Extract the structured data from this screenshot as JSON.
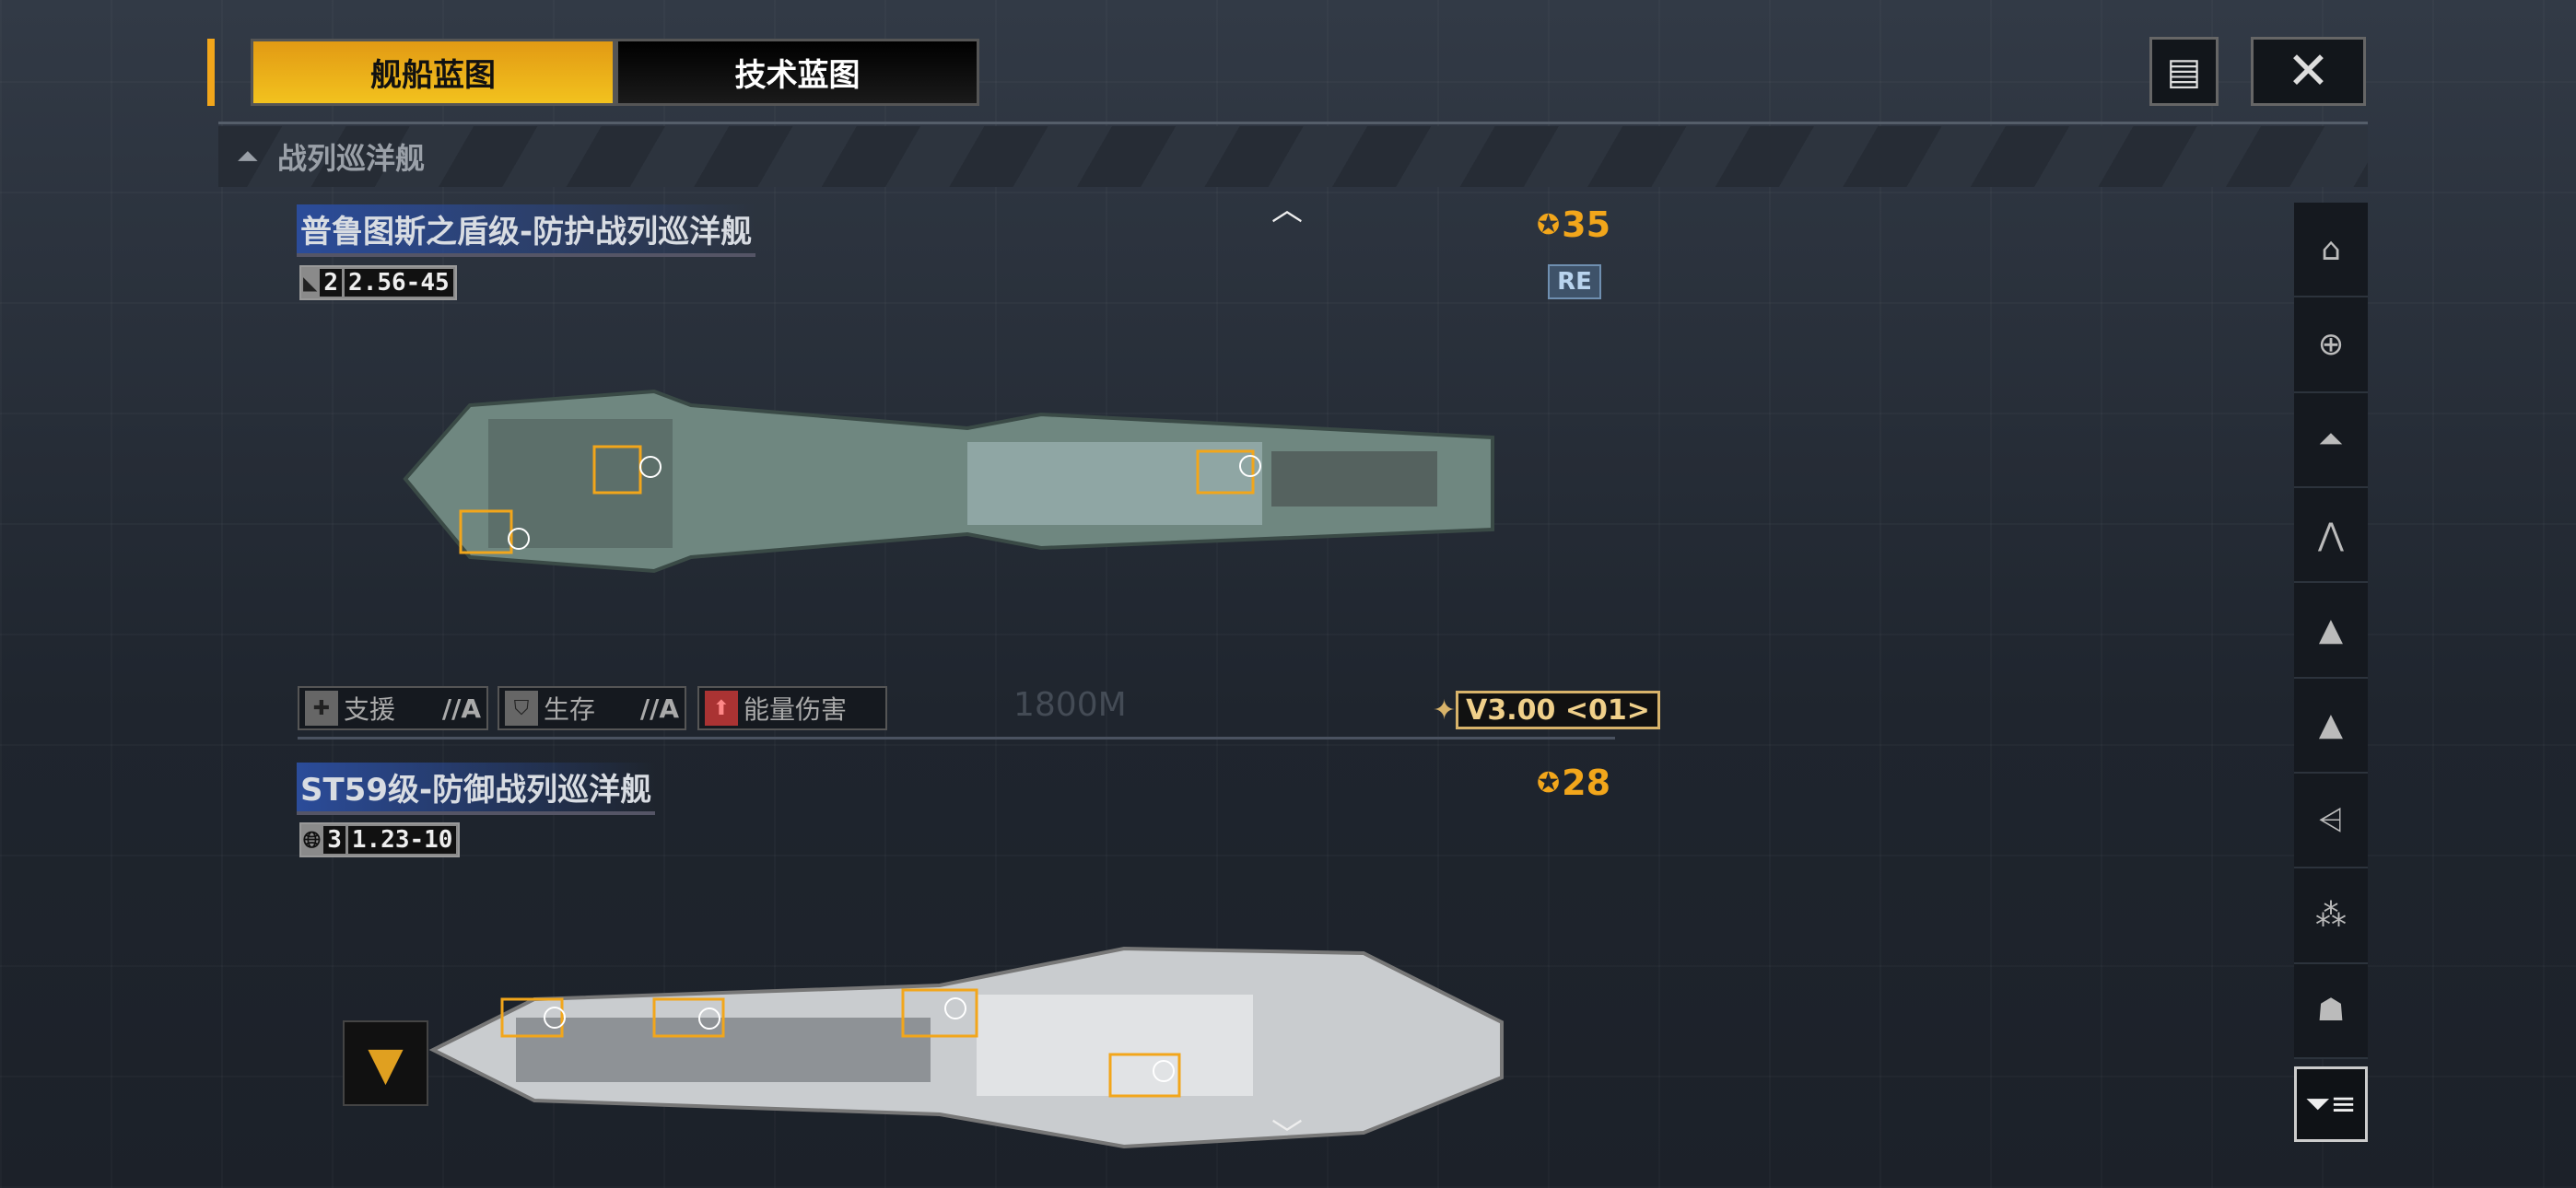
{
  "tabs": [
    {
      "label": "舰船蓝图",
      "active": true
    },
    {
      "label": "技术蓝图",
      "active": false
    }
  ],
  "toolbar": {
    "doc_icon": "document-icon",
    "close_icon": "close-icon"
  },
  "category": {
    "label": "战列巡洋舰"
  },
  "ships": [
    {
      "name": "普鲁图斯之盾级-防护战列巡洋舰",
      "code_tier": "2",
      "code": "2.56-45",
      "cost": "35",
      "badge": "RE",
      "tags": [
        {
          "label": "支援",
          "grade": "//A"
        },
        {
          "label": "生存",
          "grade": "//A"
        },
        {
          "label": "能量伤害",
          "grade": ""
        }
      ],
      "version": "V3.00 <01>",
      "range": "1800M"
    },
    {
      "name": "ST59级-防御战列巡洋舰",
      "code_tier": "3",
      "code": "1.23-10",
      "cost": "28"
    }
  ],
  "sidebar": {
    "items": [
      "all",
      "carrier",
      "battlecruiser",
      "cruiser",
      "destroyer",
      "frigate",
      "corvette",
      "small",
      "auxiliary"
    ],
    "filter_icon": "filter-icon"
  },
  "colors": {
    "accent": "#f2a61b",
    "title_bg": "#2b4c9a"
  }
}
